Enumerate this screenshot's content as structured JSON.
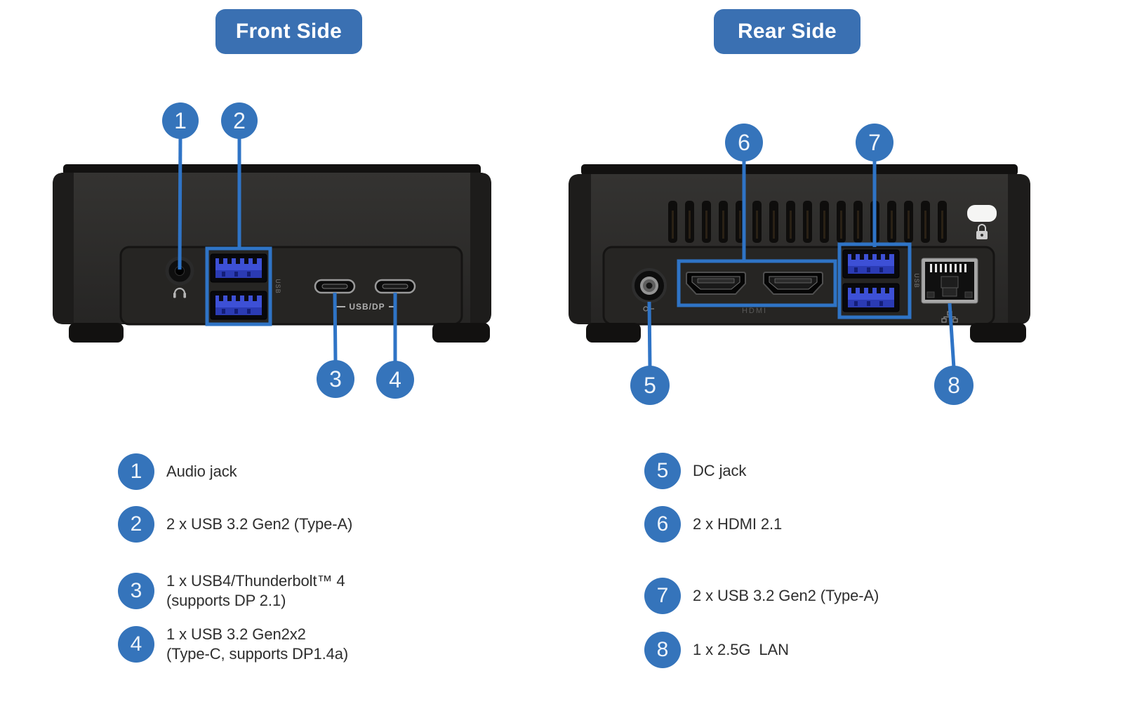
{
  "headers": {
    "front": "Front Side",
    "rear": "Rear Side"
  },
  "front": {
    "callout_numbers": [
      "1",
      "2",
      "3",
      "4"
    ],
    "panel_text": {
      "usb_dp": "USB/DP",
      "usb_side": "USB"
    },
    "legend": [
      {
        "num": "1",
        "label": "Audio jack"
      },
      {
        "num": "2",
        "label": "2 x USB 3.2 Gen2 (Type-A)"
      },
      {
        "num": "3",
        "label": "1 x USB4/Thunderbolt™ 4\n(supports DP 2.1)"
      },
      {
        "num": "4",
        "label": "1 x USB 3.2 Gen2x2\n(Type-C, supports DP1.4a)"
      }
    ]
  },
  "rear": {
    "callout_numbers": [
      "5",
      "6",
      "7",
      "8"
    ],
    "panel_text": {
      "hdmi": "HDMI",
      "usb_side": "USB"
    },
    "legend": [
      {
        "num": "5",
        "label": "DC jack"
      },
      {
        "num": "6",
        "label": "2 x HDMI 2.1"
      },
      {
        "num": "7",
        "label": "2 x USB 3.2 Gen2 (Type-A)"
      },
      {
        "num": "8",
        "label": "1 x 2.5G  LAN"
      }
    ]
  },
  "colors": {
    "badge_blue": "#3574bb",
    "line_blue": "#2f74c6",
    "header_blue": "#3a70b2",
    "usb_port_blue": "#3d50d6",
    "text_dark": "#2e2e2e"
  }
}
